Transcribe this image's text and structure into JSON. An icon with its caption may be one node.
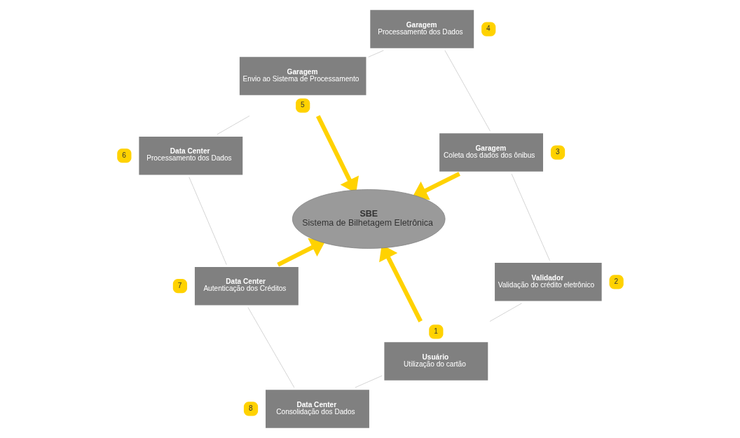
{
  "diagram": {
    "nodes": [
      {
        "text": [
          "Usuário",
          "Utilização do cartão"
        ],
        "beside": [
          "1"
        ]
      },
      {
        "text": [
          "Validador",
          "Validação do crédito eletrônico"
        ],
        "beside": [
          "2"
        ]
      },
      {
        "text": [
          "Garagem",
          "Coleta dos dados dos ônibus"
        ],
        "beside": [
          "3"
        ]
      },
      {
        "text": [
          "Garagem",
          "Processamento dos Dados"
        ],
        "beside": [
          "4"
        ]
      },
      {
        "text": [
          "Garagem",
          "Envio ao Sistema de Processamento"
        ],
        "beside": [
          "5"
        ]
      },
      {
        "text": [
          "Data Center",
          "Processamento dos Dados"
        ],
        "beside": [
          "6"
        ]
      },
      {
        "text": [
          "Data Center",
          "Autenticação dos Créditos"
        ],
        "beside": [
          "7"
        ]
      },
      {
        "text": [
          "Data Center",
          "Consolidação dos Dados"
        ],
        "beside": [
          "8"
        ]
      },
      {
        "text": [
          "SBE",
          "Sistema de Bilhetagem Eletrônica"
        ]
      }
    ],
    "edges": [
      {
        "from": 0,
        "to": 1,
        "arrow": "none"
      },
      {
        "from": 1,
        "to": 2,
        "arrow": "none"
      },
      {
        "from": 2,
        "to": 3,
        "arrow": "none"
      },
      {
        "from": 3,
        "to": 4,
        "arrow": "none"
      },
      {
        "from": 4,
        "to": 5,
        "arrow": "none"
      },
      {
        "from": 5,
        "to": 6,
        "arrow": "none"
      },
      {
        "from": 6,
        "to": 7,
        "arrow": "none"
      },
      {
        "from": 7,
        "to": 0,
        "arrow": "none"
      },
      {
        "from": 0,
        "to": 8,
        "arrow": "to",
        "style": "thick",
        "color": "#ffd200"
      },
      {
        "from": 2,
        "to": 8,
        "arrow": "to",
        "style": "thick",
        "color": "#ffd200"
      },
      {
        "from": 4,
        "to": 8,
        "arrow": "to",
        "style": "thick",
        "color": "#ffd200"
      },
      {
        "from": 6,
        "to": 8,
        "arrow": "to",
        "style": "thick",
        "color": "#ffd200"
      }
    ]
  }
}
